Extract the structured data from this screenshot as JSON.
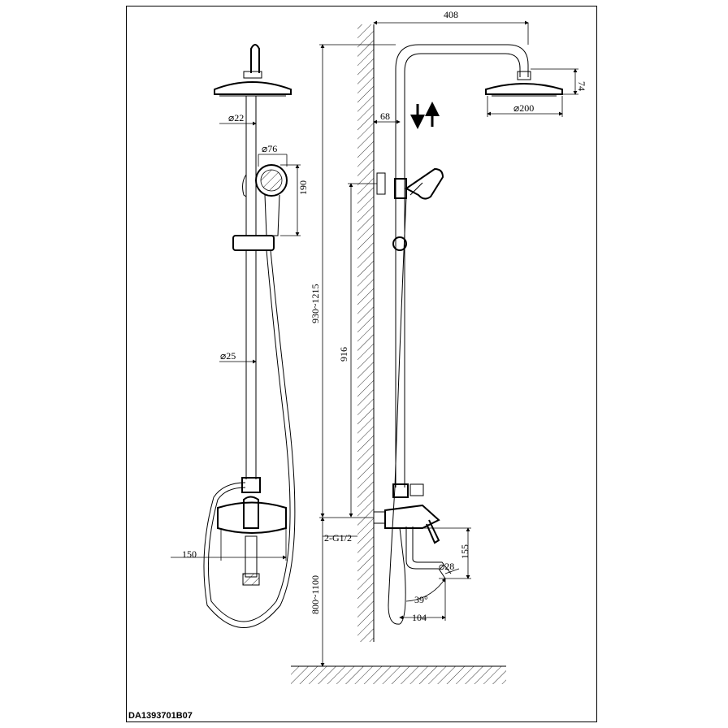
{
  "drawing_code": "DA1393701B07",
  "dimensions": {
    "arm_length": "408",
    "head_height": "74",
    "head_diameter": "⌀200",
    "wall_offset": "68",
    "pipe_upper_diameter": "⌀22",
    "hand_shower_diameter": "⌀76",
    "hand_shower_length": "190",
    "riser_diameter": "⌀25",
    "slide_range": "930~1215",
    "hose_height": "916",
    "inlet_thread": "2-G1/2",
    "spout_drop": "155",
    "spout_diameter": "⌀28",
    "spout_angle": "39°",
    "spout_reach": "104",
    "mixer_height": "800~1100",
    "inlet_spacing": "150"
  }
}
